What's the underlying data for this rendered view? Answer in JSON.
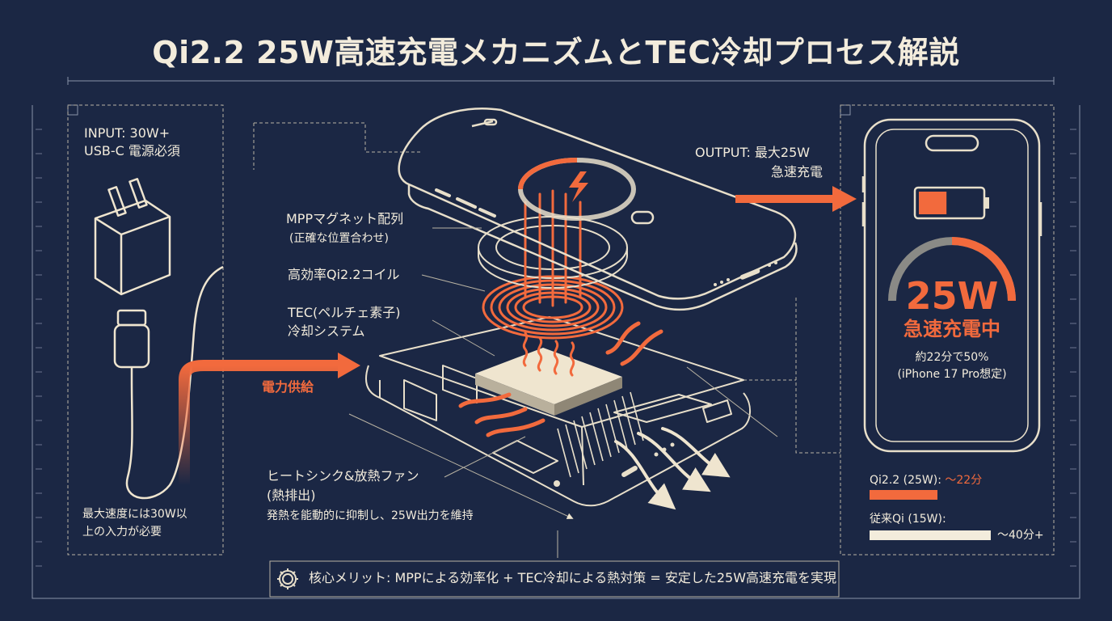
{
  "title": "Qi2.2 25W高速充電メカニズムとTEC冷却プロセス解説",
  "input": {
    "line1": "INPUT: 30W+",
    "line2": "USB-C 電源必須",
    "note_line1": "最大速度には30W以",
    "note_line2": "上の入力が必要"
  },
  "power_label": "電力供給",
  "output": {
    "line1": "OUTPUT: 最大25W",
    "line2": "急速充電"
  },
  "labels": {
    "mpp_title": "MPPマグネット配列",
    "mpp_sub": "(正確な位置合わせ)",
    "coil": "高効率Qi2.2コイル",
    "tec_line1": "TEC(ペルチェ素子)",
    "tec_line2": "冷却システム",
    "heatsink_line1": "ヒートシンク&放熱ファン",
    "heatsink_line2": "(熱排出)",
    "heatsink_line3": "発熱を能動的に抑制し、25W出力を維持"
  },
  "phone_screen": {
    "big": "25W",
    "status": "急速充電中",
    "detail_line1": "約22分で50%",
    "detail_line2": "(iPhone 17 Pro想定)",
    "battery_level": 0.45,
    "gauge_level": 0.5
  },
  "comparison": [
    {
      "label": "Qi2.2 (25W):",
      "value": "〜22分",
      "level": 0.56,
      "color": "#f26a3d"
    },
    {
      "label": "従来Qi (15W):",
      "value": "〜40分+",
      "level": 1.0,
      "color": "#f3ecdc"
    }
  ],
  "footer": "核心メリット: MPPによる効率化 + TEC冷却による熱対策 = 安定した25W高速充電を実現",
  "icons": {
    "charger": "wall-charger-icon",
    "cable": "usb-c-cable-icon",
    "bolt": "lightning-bolt-icon",
    "gear": "gear-icon",
    "battery": "battery-icon"
  },
  "colors": {
    "background": "#1b2744",
    "line": "#e8dfca",
    "accent": "#f26a3d",
    "pad": "#efe5cf"
  }
}
